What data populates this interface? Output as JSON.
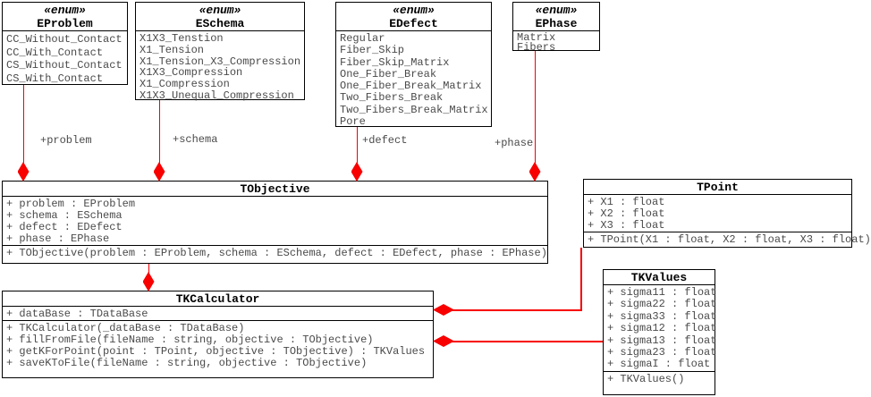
{
  "colors": {
    "composition_red": "#f80000",
    "member_text_gray": "#4a4a4a",
    "border_black": "#000000",
    "background": "#ffffff"
  },
  "classes": {
    "eproblem": {
      "stereotype": "«enum»",
      "name": "EProblem",
      "attributes": [
        "CC_Without_Contact",
        "CC_With_Contact",
        "CS_Without_Contact",
        "CS_With_Contact"
      ]
    },
    "eschema": {
      "stereotype": "«enum»",
      "name": "ESchema",
      "attributes": [
        "X1X3_Tenstion",
        "X1_Tension",
        "X1_Tension_X3_Compression",
        "X1X3_Compression",
        "X1_Compression",
        "X1X3_Unequal_Compression"
      ]
    },
    "edefect": {
      "stereotype": "«enum»",
      "name": "EDefect",
      "attributes": [
        "Regular",
        "Fiber_Skip",
        "Fiber_Skip_Matrix",
        "One_Fiber_Break",
        "One_Fiber_Break_Matrix",
        "Two_Fibers_Break",
        "Two_Fibers_Break_Matrix",
        "Pore"
      ]
    },
    "ephase": {
      "stereotype": "«enum»",
      "name": "EPhase",
      "attributes": [
        "Matrix",
        "Fibers"
      ]
    },
    "tobjective": {
      "name": "TObjective",
      "attributes": [
        "+ problem : EProblem",
        "+ schema : ESchema",
        "+ defect : EDefect",
        "+ phase : EPhase"
      ],
      "operations": [
        "+ TObjective(problem : EProblem, schema : ESchema, defect : EDefect, phase : EPhase)"
      ]
    },
    "tkcalculator": {
      "name": "TKCalculator",
      "attributes": [
        "+ dataBase : TDataBase"
      ],
      "operations": [
        "+ TKCalculator(_dataBase : TDataBase)",
        "+ fillFromFile(fileName : string, objective : TObjective)",
        "+ getKForPoint(point : TPoint, objective : TObjective) : TKValues",
        "+ saveKToFile(fileName : string, objective : TObjective)"
      ]
    },
    "tpoint": {
      "name": "TPoint",
      "attributes": [
        "+ X1 : float",
        "+ X2 : float",
        "+ X3 : float"
      ],
      "operations": [
        "+ TPoint(X1 : float, X2 : float, X3 : float)"
      ]
    },
    "tkvalues": {
      "name": "TKValues",
      "attributes": [
        "+ sigma11 : float",
        "+ sigma22 : float",
        "+ sigma33 : float",
        "+ sigma12 : float",
        "+ sigma13 : float",
        "+ sigma23 : float",
        "+ sigmaI : float"
      ],
      "operations": [
        "+ TKValues()"
      ]
    }
  },
  "associations": {
    "problem": {
      "label": "+problem",
      "type": "composition",
      "from": "EProblem",
      "to": "TObjective"
    },
    "schema": {
      "label": "+schema",
      "type": "composition",
      "from": "ESchema",
      "to": "TObjective"
    },
    "defect": {
      "label": "+defect",
      "type": "composition",
      "from": "EDefect",
      "to": "TObjective"
    },
    "phase": {
      "label": "+phase",
      "type": "composition",
      "from": "EPhase",
      "to": "TObjective"
    },
    "objective": {
      "label": "",
      "type": "composition",
      "from": "TObjective",
      "to": "TKCalculator"
    },
    "point": {
      "label": "",
      "type": "composition",
      "from": "TPoint",
      "to": "TKCalculator"
    },
    "kvalues": {
      "label": "",
      "type": "composition",
      "from": "TKValues",
      "to": "TKCalculator"
    }
  }
}
